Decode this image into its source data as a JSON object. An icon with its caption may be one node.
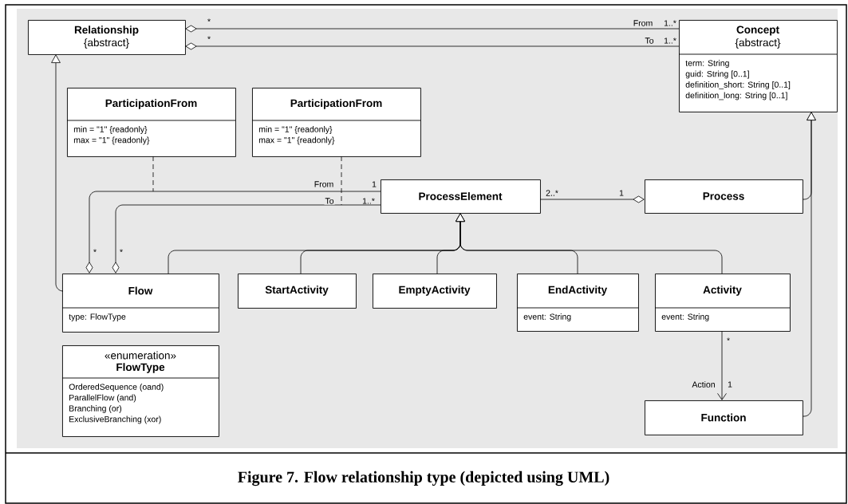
{
  "diagram": {
    "caption": "Figure 7. Flow relationship type (depicted using UML)",
    "nodes": [
      {
        "text": [
          "Relationship",
          "{abstract}"
        ]
      },
      {
        "text": [
          "Concept",
          "{abstract}",
          "term: String",
          "guid: String [0..1]",
          "definition_short: String [0..1]",
          "definition_long: String [0..1]"
        ]
      },
      {
        "text": [
          "ParticipationFrom",
          "min  = \"1\" {readonly}",
          "max = \"1\" {readonly}"
        ]
      },
      {
        "text": [
          "ParticipationFrom",
          "min  = \"1\" {readonly}",
          "max = \"1\" {readonly}"
        ]
      },
      {
        "text": [
          "ProcessElement"
        ]
      },
      {
        "text": [
          "Process"
        ]
      },
      {
        "text": [
          "Flow",
          "type: FlowType"
        ]
      },
      {
        "text": [
          "StartActivity"
        ]
      },
      {
        "text": [
          "EmptyActivity"
        ]
      },
      {
        "text": [
          "EndActivity",
          "event: String"
        ]
      },
      {
        "text": [
          "Activity",
          "event: String"
        ]
      },
      {
        "text": [
          "«enumeration»",
          "FlowType",
          "OrderedSequence (oand)",
          "ParallelFlow (and)",
          "Branching (or)",
          "ExclusiveBranching (xor)"
        ]
      },
      {
        "text": [
          "Function"
        ]
      }
    ],
    "edges": [
      {
        "from": 0,
        "to": 1,
        "arrow": "other",
        "label": "From"
      },
      {
        "from": 0,
        "to": 1,
        "arrow": "other",
        "label": "To"
      },
      {
        "from": 6,
        "to": 4,
        "arrow": "other",
        "label": "From"
      },
      {
        "from": 6,
        "to": 4,
        "arrow": "other",
        "label": "To"
      },
      {
        "from": 2,
        "to": null,
        "arrow": "none",
        "style": "dashed"
      },
      {
        "from": 3,
        "to": null,
        "arrow": "none",
        "style": "dashed"
      },
      {
        "from": 6,
        "to": 0,
        "arrow": "to"
      },
      {
        "from": 6,
        "to": 4,
        "arrow": "to"
      },
      {
        "from": 7,
        "to": 4,
        "arrow": "to"
      },
      {
        "from": 8,
        "to": 4,
        "arrow": "to"
      },
      {
        "from": 9,
        "to": 4,
        "arrow": "to"
      },
      {
        "from": 10,
        "to": 4,
        "arrow": "to"
      },
      {
        "from": 5,
        "to": 4,
        "arrow": "other"
      },
      {
        "from": 5,
        "to": 1,
        "arrow": "to"
      },
      {
        "from": 12,
        "to": 1,
        "arrow": "to"
      },
      {
        "from": 10,
        "to": 12,
        "arrow": "to",
        "label": "Action"
      }
    ],
    "labels": [
      "*",
      "1..*",
      "*",
      "1..*",
      "1",
      "1..*",
      "*",
      "*",
      "2..*",
      "1",
      "*",
      "1"
    ]
  }
}
